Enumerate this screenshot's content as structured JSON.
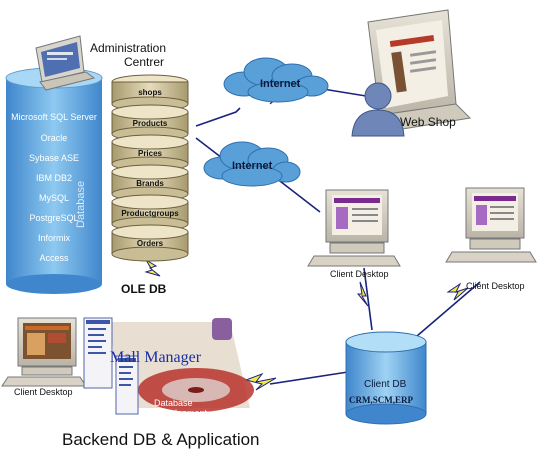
{
  "database": {
    "vertical_label": "Database",
    "items": [
      "Microsoft SQL Server",
      "Oracle",
      "Sybase ASE",
      "IBM DB2",
      "MySQL",
      "PostgreSQL",
      "Informix",
      "Access"
    ]
  },
  "admin_centre": {
    "title_line1": "Administration",
    "title_line2": "Centrer",
    "segments": [
      "shops",
      "Products",
      "Prices",
      "Brands",
      "Productgroups",
      "Orders"
    ]
  },
  "internet_top": "Internet",
  "internet_mid": "Internet",
  "web_shop": "Web Shop",
  "ole_db": "OLE DB",
  "client_desktops": [
    "Client Desktop",
    "Client Desktop",
    "Client Desktop"
  ],
  "client_db": {
    "title": "Client DB",
    "subtitle": "CRM,SCM,ERP"
  },
  "mall_manager": "Mall Manager",
  "database_development": "Database\nDevelopment",
  "footer": "Backend DB & Application",
  "colors": {
    "db_blue": "#6aaee0",
    "segment_tan": "#cdbf9a",
    "cloud": "#5aa0d8",
    "line": "#1a237e",
    "lightning": "#f5e94a"
  }
}
